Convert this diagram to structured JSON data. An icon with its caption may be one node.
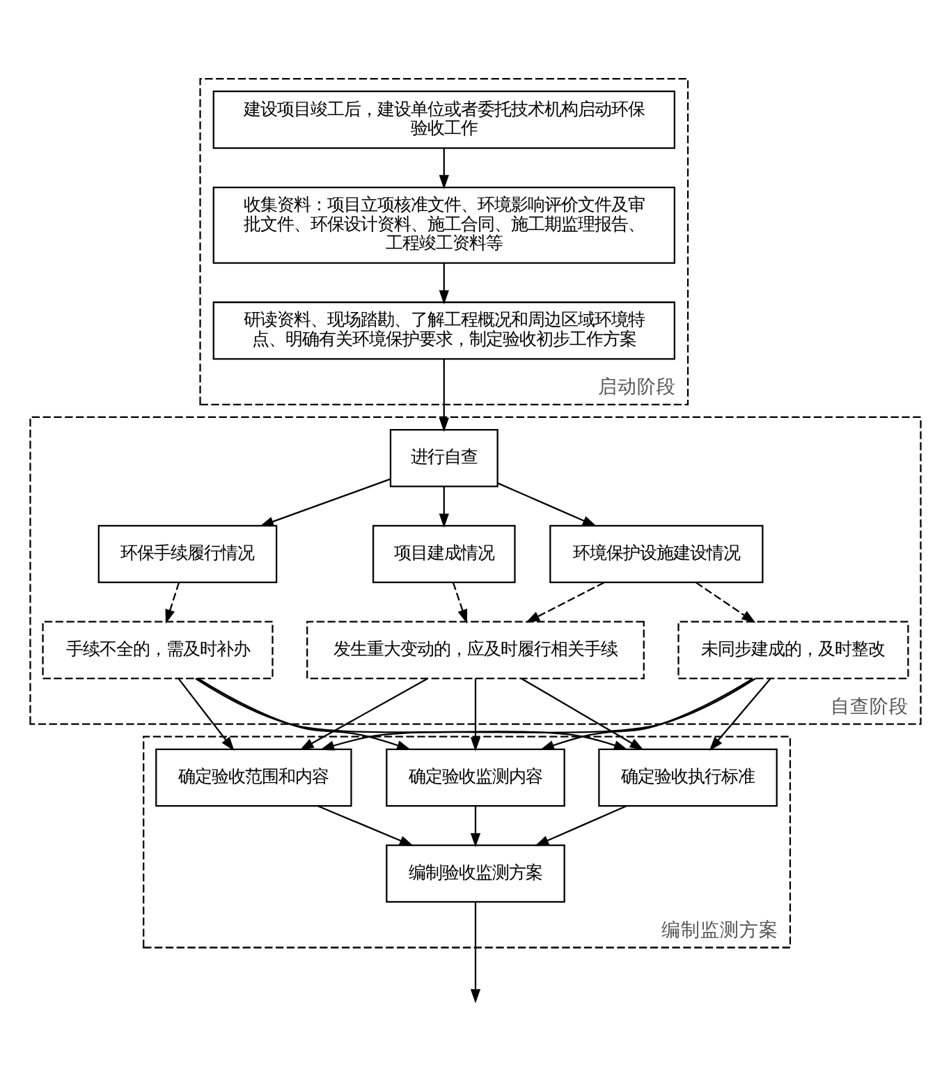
{
  "diagram": {
    "nodes": [
      {
        "text": [
          "启动阶段"
        ]
      },
      {
        "text": [
          "建设项目竣工后，建设单位或者委托技术机构启动环保验收工作"
        ],
        "in": 0
      },
      {
        "text": [
          "收集资料：项目立项核准文件、环境影响评价文件及审批文件、环保设计资料、施工合同、施工期监理报告、工程竣工资料等"
        ],
        "in": 0
      },
      {
        "text": [
          "研读资料、现场踏勘、了解工程概况和周边区域环境特点、明确有关环境保护要求，制定验收初步工作方案"
        ],
        "in": 0
      },
      {
        "text": [
          "自查阶段"
        ]
      },
      {
        "text": [
          "进行自查"
        ],
        "in": 4
      },
      {
        "text": [
          "环保手续履行情况"
        ],
        "in": 4
      },
      {
        "text": [
          "项目建成情况"
        ],
        "in": 4
      },
      {
        "text": [
          "环境保护设施建设情况"
        ],
        "in": 4
      },
      {
        "text": [
          "手续不全的，需及时补办"
        ],
        "in": 4
      },
      {
        "text": [
          "发生重大变动的，应及时履行相关手续"
        ],
        "in": 4
      },
      {
        "text": [
          "未同步建成的，及时整改"
        ],
        "in": 4
      },
      {
        "text": [
          "编制监测方案"
        ]
      },
      {
        "text": [
          "确定验收范围和内容"
        ],
        "in": 12
      },
      {
        "text": [
          "确定验收执行标准"
        ],
        "in": 12
      },
      {
        "text": [
          "确定验收监测内容"
        ],
        "in": 12
      },
      {
        "text": [
          "编制验收监测方案"
        ],
        "in": 12
      }
    ],
    "edges": [
      {
        "from": 1,
        "to": 2,
        "arrow": "to"
      },
      {
        "from": 2,
        "to": 3,
        "arrow": "to"
      },
      {
        "from": 3,
        "to": 5,
        "arrow": "to"
      },
      {
        "from": 5,
        "to": 6,
        "arrow": "to"
      },
      {
        "from": 5,
        "to": 7,
        "arrow": "to"
      },
      {
        "from": 5,
        "to": 8,
        "arrow": "to"
      },
      {
        "from": 6,
        "to": 9,
        "arrow": "to",
        "style": "dashed"
      },
      {
        "from": 7,
        "to": 10,
        "arrow": "to",
        "style": "dashed"
      },
      {
        "from": 8,
        "to": 10,
        "arrow": "to",
        "style": "dashed"
      },
      {
        "from": 8,
        "to": 11,
        "arrow": "to",
        "style": "dashed"
      },
      {
        "from": 9,
        "to": 13,
        "arrow": "to"
      },
      {
        "from": 9,
        "to": 14,
        "arrow": "to"
      },
      {
        "from": 9,
        "to": 15,
        "arrow": "to"
      },
      {
        "from": 10,
        "to": 13,
        "arrow": "to"
      },
      {
        "from": 10,
        "to": 14,
        "arrow": "to"
      },
      {
        "from": 10,
        "to": 15,
        "arrow": "to"
      },
      {
        "from": 11,
        "to": 13,
        "arrow": "to"
      },
      {
        "from": 11,
        "to": 14,
        "arrow": "to"
      },
      {
        "from": 11,
        "to": 15,
        "arrow": "to"
      },
      {
        "from": 13,
        "to": 16,
        "arrow": "to"
      },
      {
        "from": 14,
        "to": 16,
        "arrow": "to"
      },
      {
        "from": 15,
        "to": 16,
        "arrow": "to"
      },
      {
        "from": 16,
        "to": null,
        "arrow": "to"
      }
    ]
  }
}
